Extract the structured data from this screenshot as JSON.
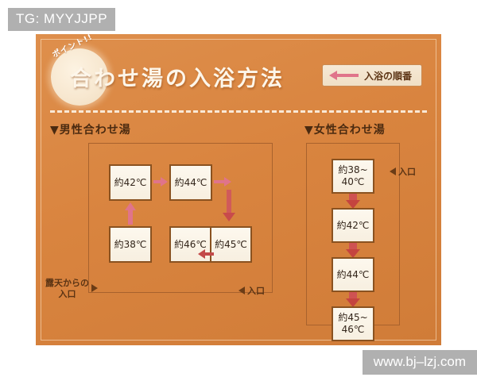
{
  "overlays": {
    "tg_tag": "TG: MYYJJPP",
    "watermark": "www.bj–lzj.com"
  },
  "poster": {
    "badge_small_text": "ポイント!!",
    "title": "合わせ湯の入浴方法",
    "order_badge": {
      "icon": "arrow-left-icon",
      "label": "入浴の順番"
    },
    "sections": [
      {
        "id": "male",
        "heading": "▼男性合わせ湯",
        "boxes": [
          {
            "id": "m-42",
            "label": "約42℃"
          },
          {
            "id": "m-44",
            "label": "約44℃"
          },
          {
            "id": "m-38",
            "label": "約38℃"
          },
          {
            "id": "m-46",
            "label": "約46℃"
          },
          {
            "id": "m-45",
            "label": "約45℃"
          }
        ],
        "flow_order": [
          "約38℃",
          "約42℃",
          "約44℃",
          "約45℃",
          "約46℃"
        ],
        "entrances": [
          {
            "id": "rotenburo",
            "label_line1": "露天からの",
            "label_line2": "入口",
            "direction": "right"
          },
          {
            "id": "male-main",
            "label": "入口",
            "direction": "left"
          }
        ]
      },
      {
        "id": "female",
        "heading": "▼女性合わせ湯",
        "boxes": [
          {
            "id": "f-1",
            "label_line1": "約38~",
            "label_line2": "40℃"
          },
          {
            "id": "f-2",
            "label_line1": "約42℃",
            "label_line2": ""
          },
          {
            "id": "f-3",
            "label_line1": "約44℃",
            "label_line2": ""
          },
          {
            "id": "f-4",
            "label_line1": "約45~",
            "label_line2": "46℃"
          }
        ],
        "flow_order": [
          "約38~40℃",
          "約42℃",
          "約44℃",
          "約45~46℃"
        ],
        "entrances": [
          {
            "id": "female-main",
            "label": "入口",
            "direction": "left"
          }
        ]
      }
    ]
  },
  "colors": {
    "poster_bg": "#d9843f",
    "box_bg": "#fdf8ee",
    "box_border": "#8a5220",
    "arrow_pink": "#e0748a",
    "arrow_red": "#c84b4b",
    "title_text": "#fdf6ea",
    "heading_text": "#4a2a10",
    "tag_bg": "#b0b0b0"
  }
}
